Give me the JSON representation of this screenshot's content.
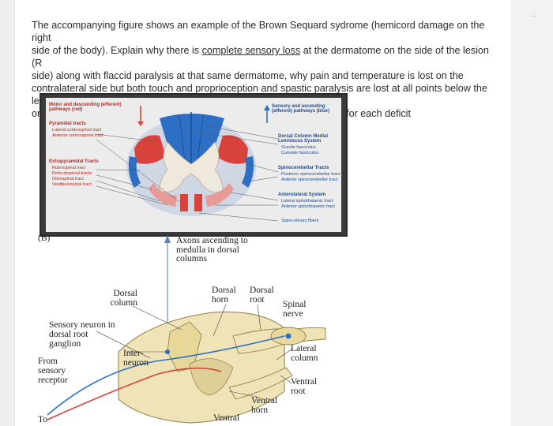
{
  "question": {
    "line1": "The accompanying figure shows an example of the Brown Sequard sydrome (hemicord damage on the right",
    "line2": "side of the body).  Explain why there is ",
    "line2_underlined": "complete sensory loss",
    "line2_end": " at the dermatome on the side of the lesion (R",
    "line3": "side) along with flaccid paralysis at that same dermatome,  why pain and temperature is lost on the",
    "line4": "contralateral side but both touch and proprioception and spastic paralysis are lost at all points below the lesion",
    "line5": "on the right. To answer this match the critical region or regions severed for each deficit"
  },
  "figure_a": {
    "motor_heading": "Motor and descending (efferent) pathways  (red)",
    "pyramidal_heading": "Pyramidal tracts",
    "pyramidal_items": [
      "Lateral corticospinal tract",
      "Anterior corticospinal tract"
    ],
    "extrapyramidal_heading": "Extrapyramidal Tracts",
    "extrapyramidal_items": [
      "Rubrospinal tract",
      "Reticulospinal tracts",
      "Olivospinal tract",
      "Vestibulospinal tract"
    ],
    "sensory_heading": "Sensory and ascending (afferent) pathways (blue)",
    "dorsal_heading": "Dorsal Column Medial Lemniscus System",
    "dorsal_items": [
      "Gracile fasciculus",
      "Cuneate fasciculus"
    ],
    "spinocerebellar_heading": "Spinocerebellar Tracts",
    "spinocerebellar_items": [
      "Posterior spinocerebellar tract",
      "Anterior spinocerebellar tract"
    ],
    "anterolateral_heading": "Anterolateral System",
    "anterolateral_items": [
      "Lateral spinothalamic tract",
      "Anterior spinothalamic tract"
    ],
    "spino_olivary": "Spino-olivary fibers"
  },
  "figure_b": {
    "panel_label": "(B)",
    "axons_label": "Axons ascending to medulla in dorsal columns",
    "dorsal_column": "Dorsal column",
    "dorsal_horn": "Dorsal horn",
    "dorsal_root": "Dorsal root",
    "spinal_nerve": "Spinal nerve",
    "sensory_neuron": "Sensory neuron in dorsal root ganglion",
    "interneuron": "Inter- neuron",
    "lateral_column": "Lateral column",
    "from_receptor": "From sensory receptor",
    "ventral_root": "Ventral root",
    "ventral_horn": "Ventral horn",
    "ventral_bottom": "Ventral",
    "to_label": "To"
  },
  "colors": {
    "motor_red": "#d9423a",
    "sensory_blue": "#2d6fc4",
    "gray_matter": "#d8d2c6",
    "background_dark": "#3a3a3a"
  }
}
